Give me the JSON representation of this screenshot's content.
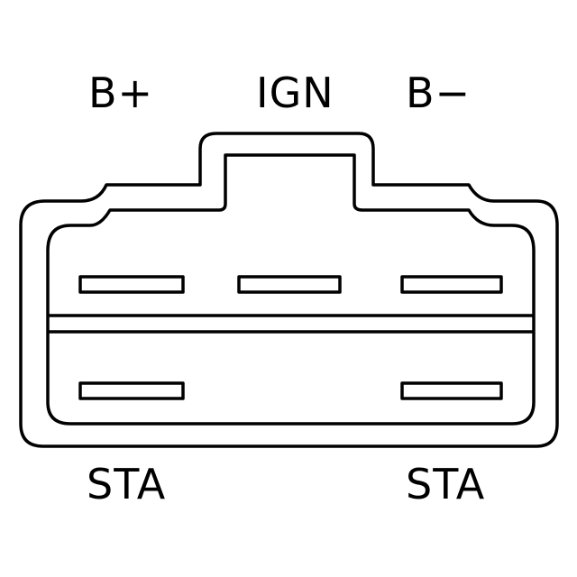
{
  "diagram": {
    "top_labels": [
      "B+",
      "IGN",
      "B−"
    ],
    "bottom_labels": [
      "STA",
      "STA"
    ],
    "top_pin_count": 3,
    "bottom_pin_count": 2,
    "line_color": "#000000",
    "background": "#ffffff"
  }
}
